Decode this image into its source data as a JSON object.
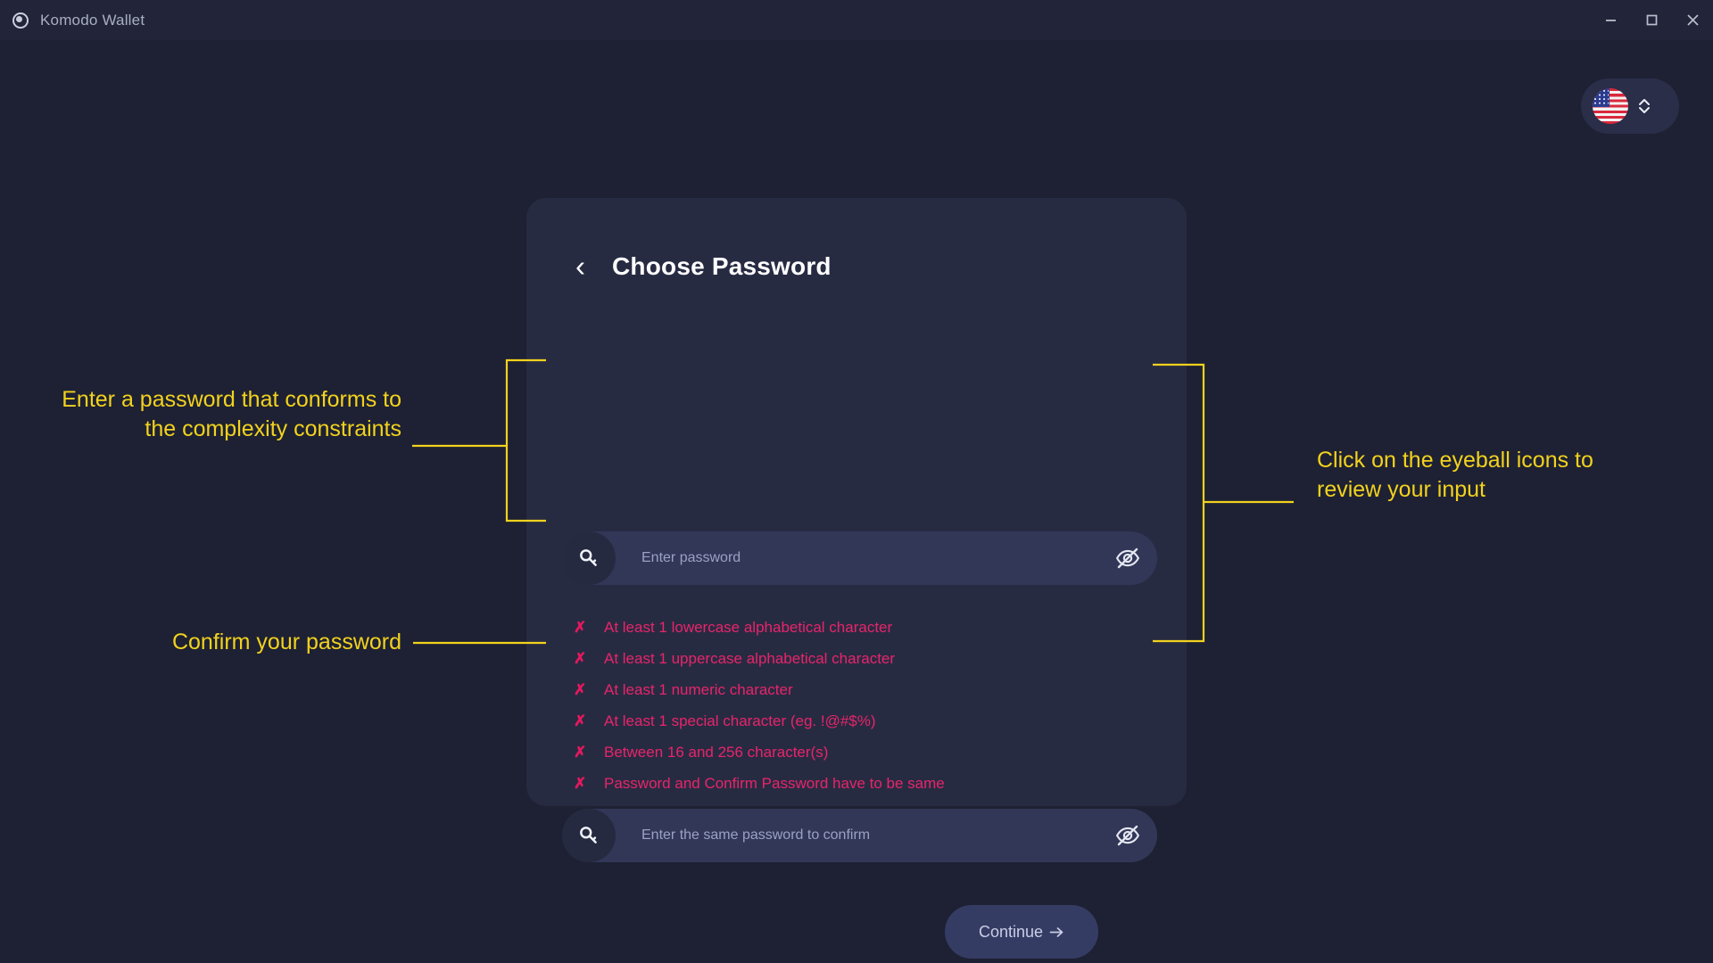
{
  "window": {
    "app_title": "Komodo Wallet",
    "logo_icon": "komodo-circle-logo",
    "controls": [
      {
        "name": "minimize",
        "icon": "minimize-icon"
      },
      {
        "name": "maximize",
        "icon": "maximize-icon"
      },
      {
        "name": "close",
        "icon": "close-icon"
      }
    ]
  },
  "language_selector": {
    "flag_icon": "us-flag-icon",
    "chevron_icon": "chevron-up-down-icon"
  },
  "card": {
    "back_icon": "chevron-left-icon",
    "title": "Choose Password",
    "password_field": {
      "icon": "key-icon",
      "placeholder": "Enter password",
      "value": "",
      "toggle_icon": "eye-off-icon"
    },
    "confirm_field": {
      "icon": "key-icon",
      "placeholder": "Enter the same password to confirm",
      "value": "",
      "toggle_icon": "eye-off-icon"
    },
    "rules_marker": "✗",
    "rules": [
      "At least 1 lowercase alphabetical character",
      "At least 1 uppercase alphabetical character",
      "At least 1 numeric character",
      "At least 1 special character (eg. !@#$%)",
      "Between 16 and 256 character(s)",
      "Password and Confirm Password have to be same"
    ],
    "continue_label": "Continue",
    "continue_icon": "arrow-right-icon"
  },
  "annotations": {
    "left_top": "Enter a password that conforms to the complexity constraints",
    "left_bottom": "Confirm your password",
    "right": "Click on the eyeball icons to review your input"
  },
  "colors": {
    "page_background": "#1e2133",
    "titlebar": "#222539",
    "card": "#272b42",
    "field": "#333757",
    "annotation": "#f2d21e",
    "error": "#e8246a",
    "button": "#353c64"
  }
}
